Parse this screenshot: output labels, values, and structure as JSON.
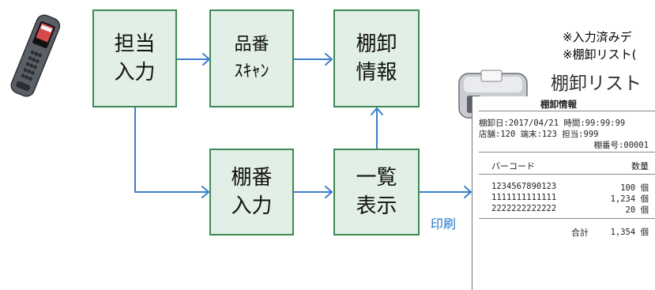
{
  "boxes": {
    "tanto": "担当\n入力",
    "hinban": "品番\nｽｷｬﾝ",
    "tanaoroshi": "棚卸\n情報",
    "tanaban": "棚番\n入力",
    "ichiran": "一覧\n表示"
  },
  "print_label": "印刷",
  "notes": [
    "※入力済みデ",
    "※棚卸リスト("
  ],
  "list_title": "棚卸リスト",
  "receipt": {
    "heading": "棚卸情報",
    "date_line": "棚卸日:2017/04/21 時間:99:99:99",
    "store_line": "店舗:120    端末:123   担当:999",
    "shelf_line": "棚番号:00001",
    "col_barcode": "バーコード",
    "col_qty": "数量",
    "rows": [
      {
        "code": "1234567890123",
        "qty": "100 個"
      },
      {
        "code": "1111111111111",
        "qty": "1,234 個"
      },
      {
        "code": "2222222222222",
        "qty": "20 個"
      }
    ],
    "total_label": "合計",
    "total_value": "1,354 個"
  },
  "colors": {
    "box_fill": "#e2efe6",
    "box_border": "#3d8a55",
    "arrow": "#3d7fcb",
    "print_label": "#1e76c8"
  },
  "icons": [
    "handheld-terminal-icon",
    "mobile-printer-icon"
  ]
}
